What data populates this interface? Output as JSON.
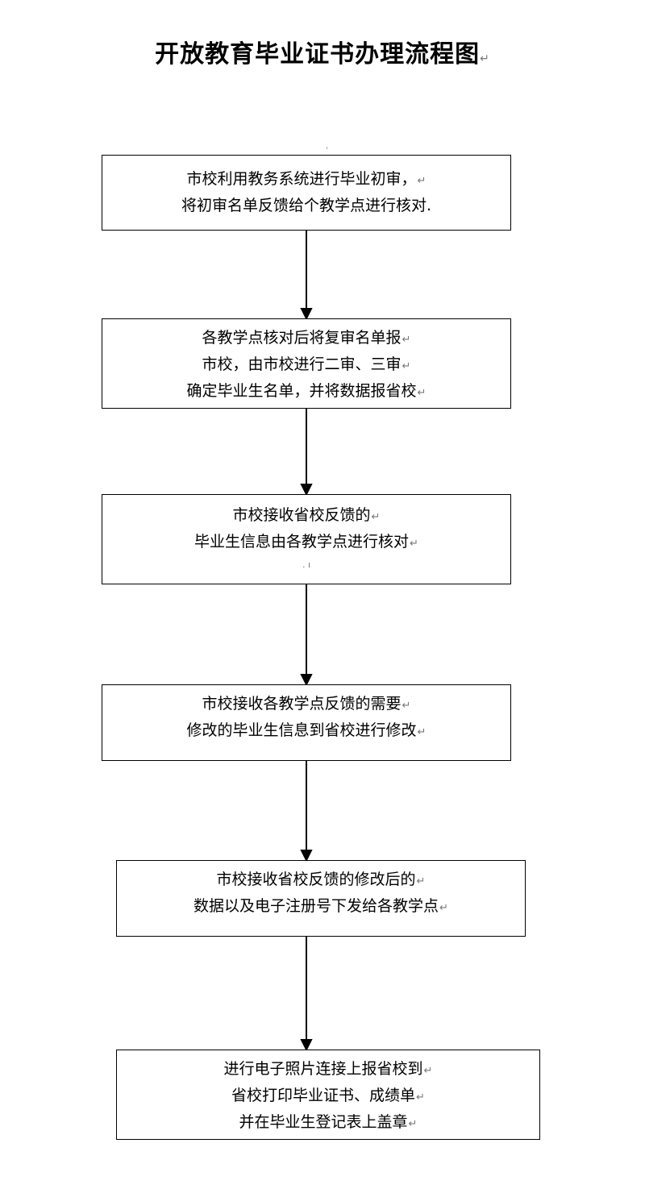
{
  "title": "开放教育毕业证书办理流程图",
  "paragraph_mark": "↵",
  "steps": [
    {
      "lines": [
        "市校利用教务系统进行毕业初审，",
        "将初审名单反馈给个教学点进行核对."
      ]
    },
    {
      "lines": [
        "各教学点核对后将复审名单报",
        "市校，由市校进行二审、三审",
        "确定毕业生名单，并将数据报省校"
      ]
    },
    {
      "lines": [
        "市校接收省校反馈的",
        "毕业生信息由各教学点进行核对"
      ]
    },
    {
      "lines": [
        "市校接收各教学点反馈的需要",
        "修改的毕业生信息到省校进行修改"
      ]
    },
    {
      "lines": [
        "市校接收省校反馈的修改后的",
        "数据以及电子注册号下发给各教学点"
      ]
    },
    {
      "lines": [
        "进行电子照片连接上报省校到",
        "省校打印毕业证书、成绩单",
        "并在毕业生登记表上盖章"
      ]
    }
  ]
}
